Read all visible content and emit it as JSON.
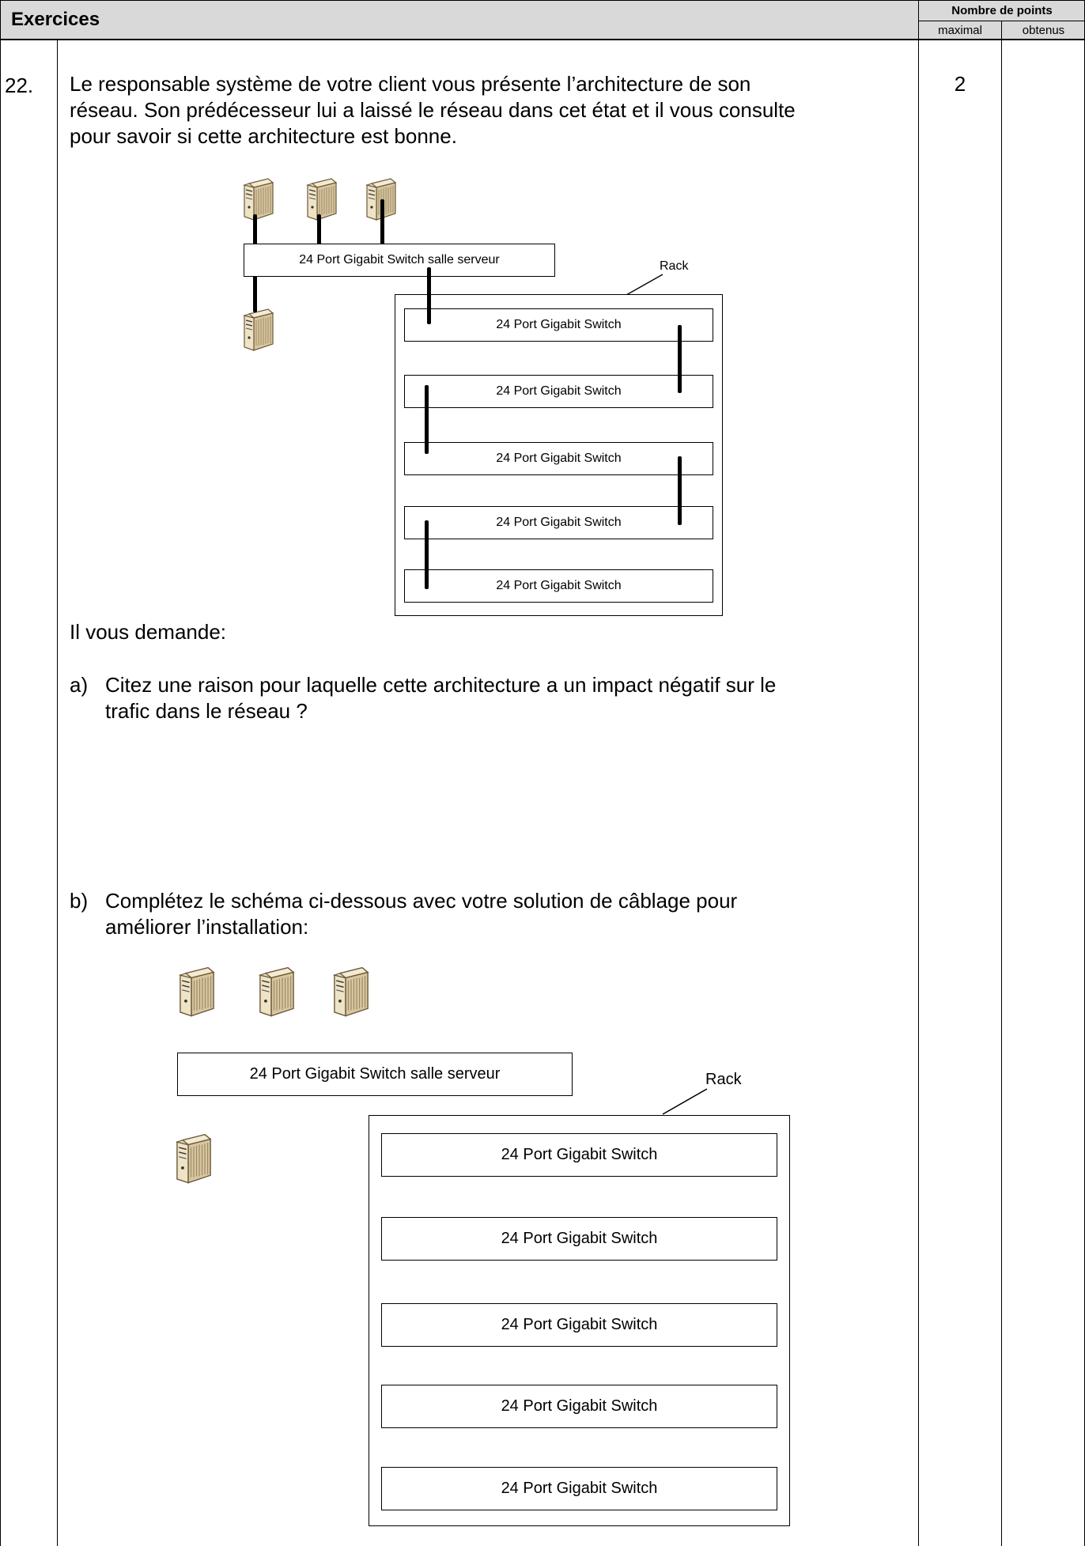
{
  "header": {
    "title": "Exercices",
    "points_label": "Nombre de points",
    "max_label": "maximal",
    "obtained_label": "obtenus"
  },
  "exercise": {
    "number": "22.",
    "max_points": "2",
    "intro_lines": [
      "Le responsable système de votre client vous présente l’architecture de son",
      "réseau. Son prédécesseur lui a laissé le réseau dans cet état et il vous consulte",
      "pour savoir si cette architecture est bonne."
    ],
    "ask": "Il vous demande:",
    "qa_letter": "a)",
    "qa_lines": [
      "Citez une raison pour laquelle cette architecture a un impact négatif sur le",
      "trafic dans le réseau ?"
    ],
    "qb_letter": "b)",
    "qb_lines": [
      "Complétez le schéma ci-dessous avec votre solution de câblage pour",
      "améliorer l’installation:"
    ]
  },
  "diagram1": {
    "server_switch": "24 Port Gigabit Switch salle serveur",
    "rack_label": "Rack",
    "switches": [
      "24 Port Gigabit Switch",
      "24 Port Gigabit Switch",
      "24 Port Gigabit Switch",
      "24 Port Gigabit Switch",
      "24 Port Gigabit Switch"
    ]
  },
  "diagram2": {
    "server_switch": "24 Port Gigabit Switch salle serveur",
    "rack_label": "Rack",
    "switches": [
      "24 Port Gigabit Switch",
      "24 Port Gigabit Switch",
      "24 Port Gigabit Switch",
      "24 Port Gigabit Switch",
      "24 Port Gigabit Switch"
    ]
  },
  "icons": {
    "server": "server-tower-icon"
  }
}
